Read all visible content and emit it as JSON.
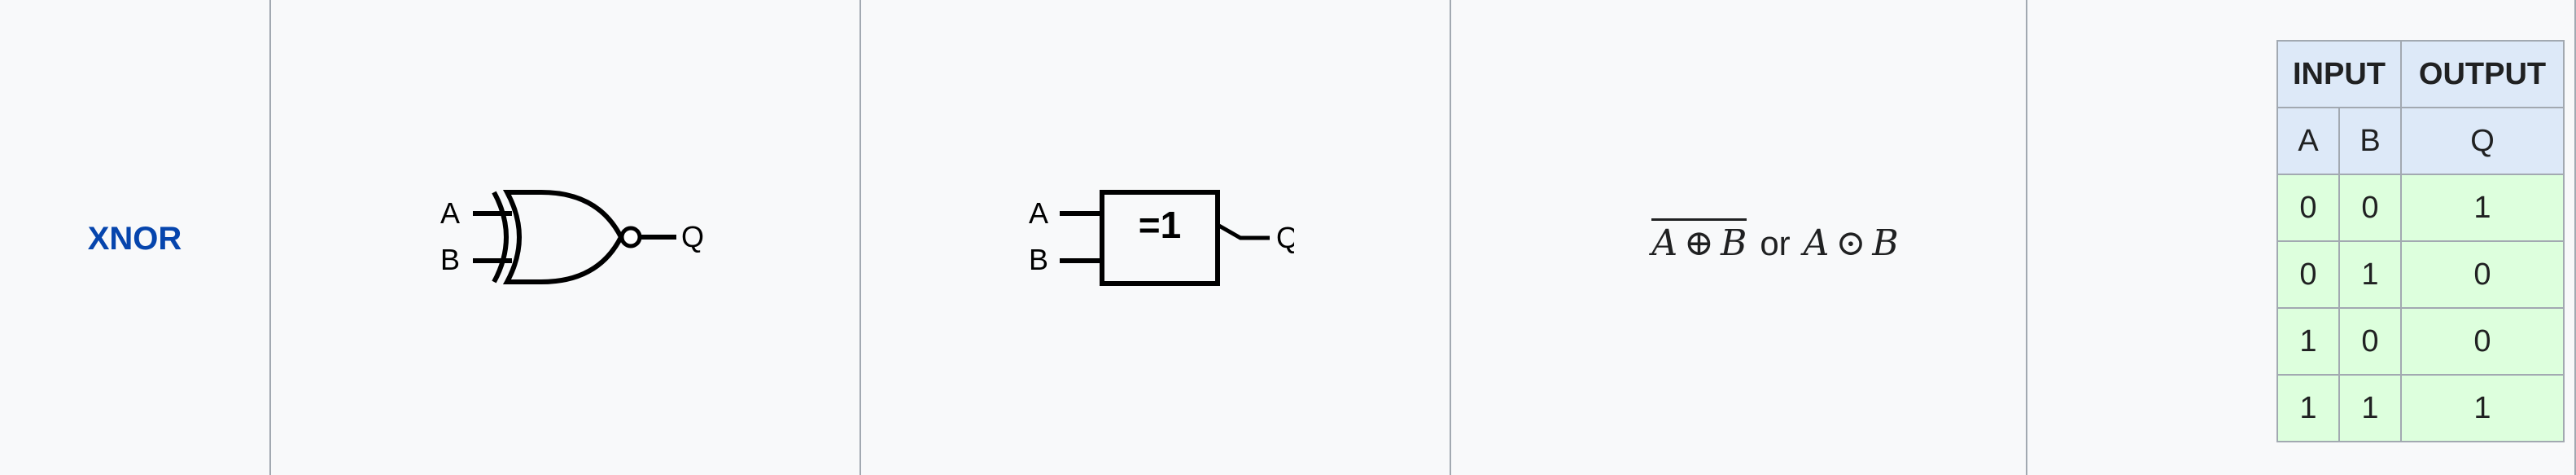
{
  "gate": {
    "name": "XNOR"
  },
  "symbols": {
    "distinctive": {
      "input_a": "A",
      "input_b": "B",
      "output": "Q"
    },
    "rectangular": {
      "input_a": "A",
      "input_b": "B",
      "output": "Q",
      "box_label": "=1"
    }
  },
  "expression": {
    "first": {
      "a": "A",
      "op": "⊕",
      "b": "B"
    },
    "or_word": "or",
    "second": {
      "a": "A",
      "op": "⊙",
      "b": "B"
    }
  },
  "truth_table": {
    "group_headers": [
      "INPUT",
      "OUTPUT"
    ],
    "columns": [
      "A",
      "B",
      "Q"
    ],
    "rows": [
      [
        "0",
        "0",
        "1"
      ],
      [
        "0",
        "1",
        "0"
      ],
      [
        "1",
        "0",
        "0"
      ],
      [
        "1",
        "1",
        "1"
      ]
    ]
  }
}
